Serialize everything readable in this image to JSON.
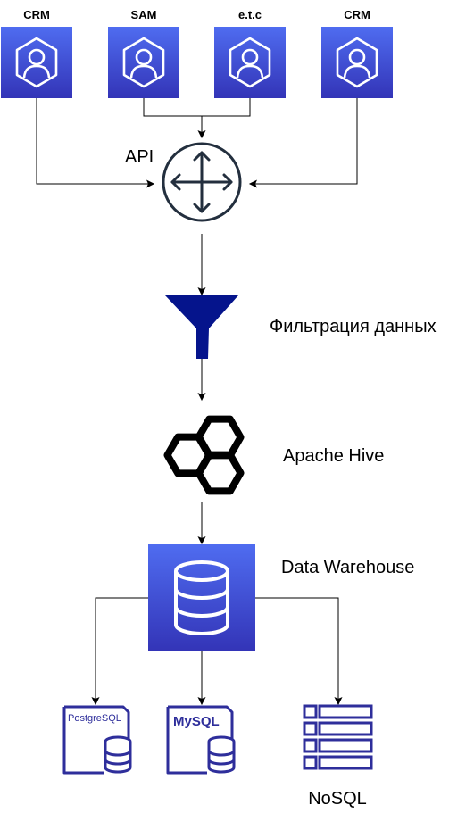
{
  "sources": [
    {
      "label": "CRM",
      "icon": "user-icon"
    },
    {
      "label": "SAM",
      "icon": "user-icon"
    },
    {
      "label": "e.t.c",
      "icon": "user-icon"
    },
    {
      "label": "CRM",
      "icon": "user-icon"
    }
  ],
  "api": {
    "label": "API",
    "icon": "api-gateway-arrows-icon"
  },
  "filter": {
    "label": "Фильтрация данных",
    "icon": "funnel-icon"
  },
  "hive": {
    "label": "Apache Hive",
    "icon": "apache-hive-icon"
  },
  "warehouse": {
    "label": "Data Warehouse",
    "icon": "database-icon"
  },
  "targets": [
    {
      "label": "PostgreSQL",
      "icon": "postgresql-icon"
    },
    {
      "label": "MySQL",
      "icon": "mysql-icon"
    },
    {
      "label": "NoSQL",
      "icon": "nosql-table-icon"
    }
  ],
  "colors": {
    "node_gradient_top": "#4f6cf0",
    "node_gradient_bottom": "#3334b7",
    "db_outline": "#2e2e9b",
    "funnel": "#05148c",
    "api_stroke": "#232f3e",
    "edges": "#000000"
  }
}
